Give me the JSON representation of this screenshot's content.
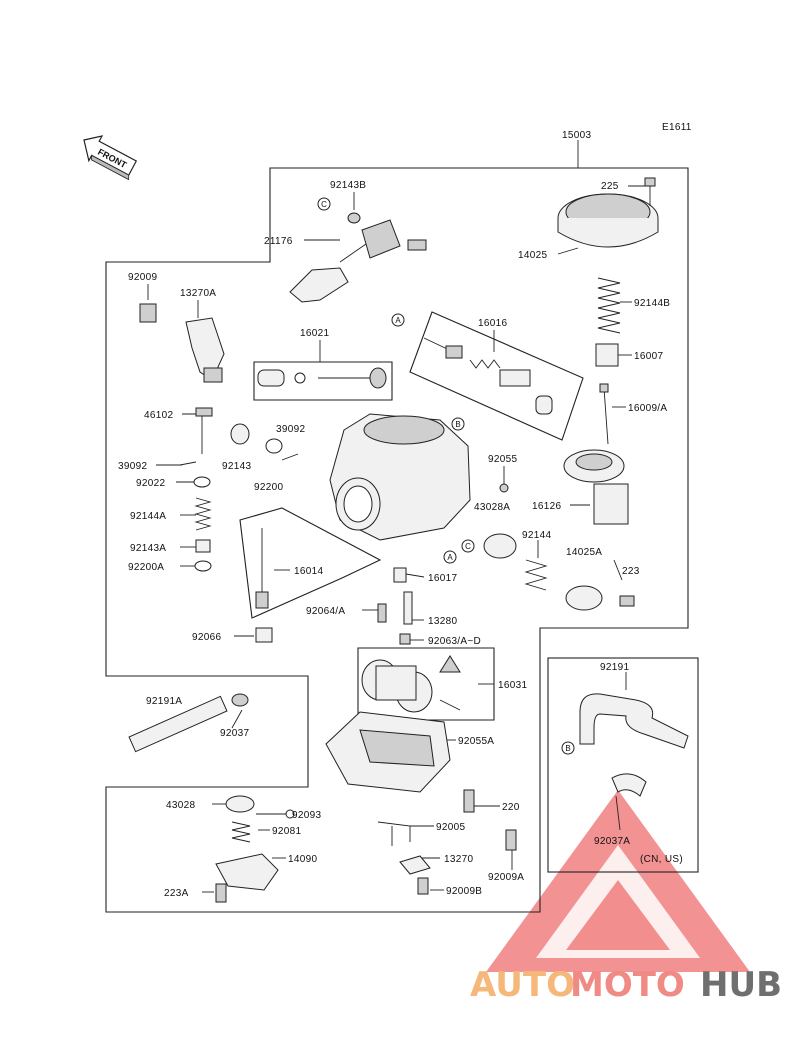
{
  "diagram_code": "E1611",
  "front_label": "FRONT",
  "region_note": "(CN, US)",
  "watermark": {
    "part1": "AUTO",
    "part2": "MOTO",
    "part3": "HUB",
    "colors": {
      "auto": "#f5b87a",
      "moto": "#f08a84",
      "hub": "#6f6f6f",
      "triangle": "#ef6d6d"
    }
  },
  "part_labels": [
    "15003",
    "225",
    "14025",
    "92144B",
    "16007",
    "16009/A",
    "16126",
    "92143B",
    "21176",
    "92009",
    "13270A",
    "16021",
    "16016",
    "46102",
    "39092",
    "39092",
    "92143",
    "92200",
    "92022",
    "92144A",
    "92143A",
    "92200A",
    "16014",
    "92055",
    "43028A",
    "92144",
    "14025A",
    "223",
    "16017",
    "92064/A",
    "13280",
    "92063/A~D",
    "92066",
    "16031",
    "92191A",
    "92037",
    "92055A",
    "43028",
    "92093",
    "92081",
    "14090",
    "223A",
    "220",
    "92005",
    "13270",
    "92009A",
    "92009B",
    "92191",
    "92037A"
  ],
  "callouts": [
    "C",
    "A",
    "B",
    "C",
    "A",
    "B"
  ]
}
